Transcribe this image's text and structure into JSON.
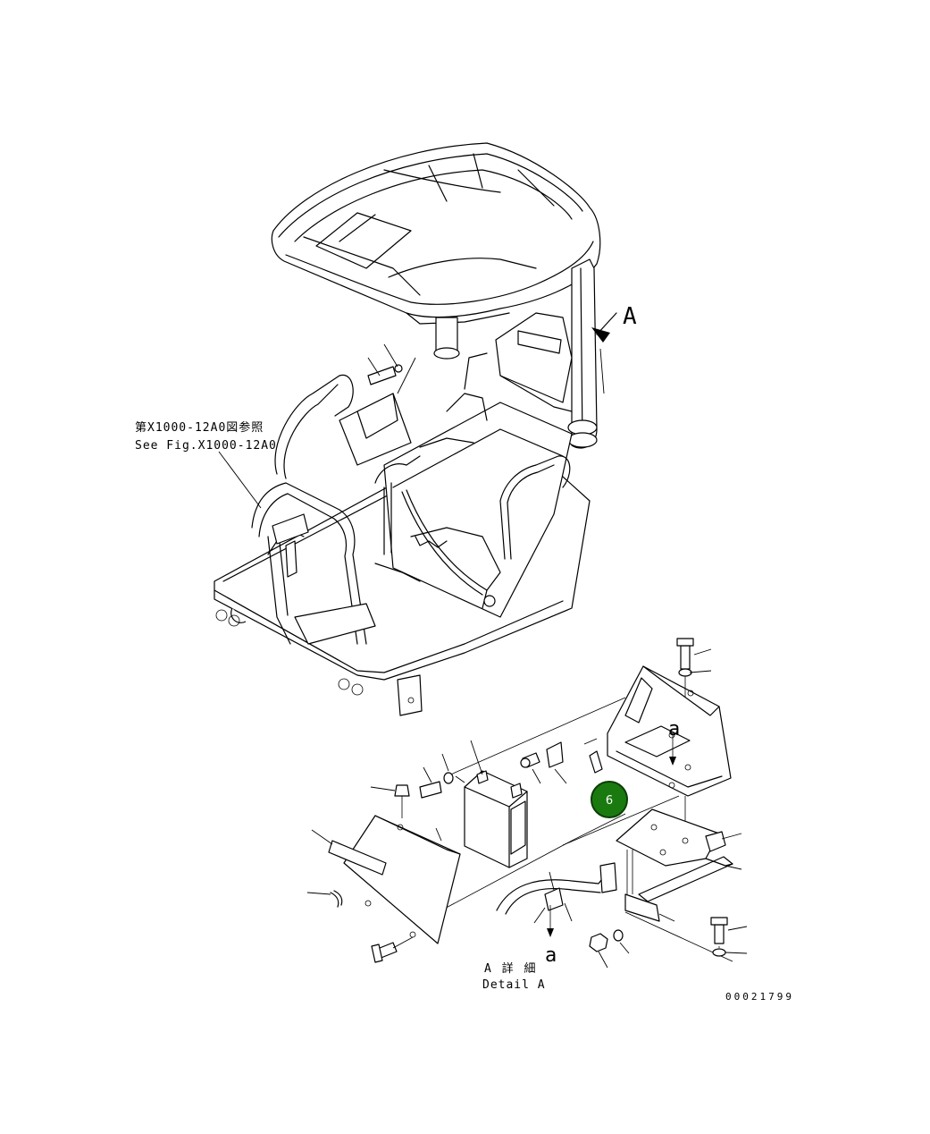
{
  "reference_note": {
    "line_jp": "第X1000-12A0図参照",
    "line_en": "See Fig.X1000-12A0"
  },
  "view_arrow_label": "A",
  "section_marks": {
    "upper": "a",
    "lower": "a"
  },
  "detail_caption": {
    "line_jp": "A 詳 細",
    "line_en": "Detail A"
  },
  "drawing_number": "00021799",
  "callout_marker": {
    "label": "6",
    "color": "#1a7a10"
  }
}
